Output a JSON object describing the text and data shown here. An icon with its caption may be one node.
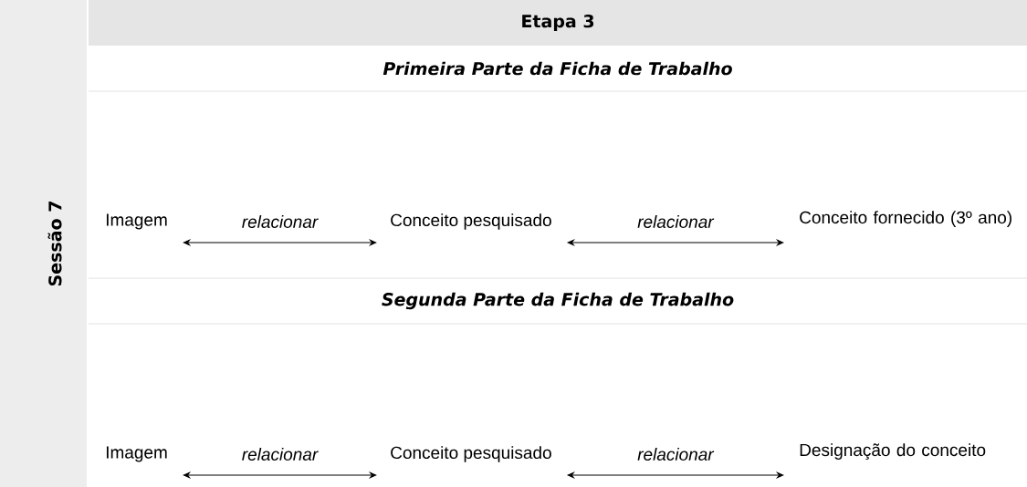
{
  "diagram": {
    "nodes": [
      {
        "text": [
          "Imagem"
        ]
      },
      {
        "text": [
          "Conceito pesquisado"
        ]
      },
      {
        "text": [
          "Conceito fornecido (3º ano)"
        ]
      },
      {
        "text": [
          "Imagem"
        ]
      },
      {
        "text": [
          "Conceito pesquisado"
        ]
      },
      {
        "text": [
          "Designação do conceito"
        ]
      }
    ],
    "edges": [
      {
        "from": 0,
        "to": 1,
        "arrow": "both",
        "label": "relacionar"
      },
      {
        "from": 1,
        "to": 2,
        "arrow": "both",
        "label": "relacionar"
      },
      {
        "from": 3,
        "to": 4,
        "arrow": "both",
        "label": "relacionar"
      },
      {
        "from": 4,
        "to": 5,
        "arrow": "both",
        "label": "relacionar"
      }
    ],
    "labels": [
      "Sessão 7",
      "Etapa 3",
      "Primeira Parte da Ficha de Trabalho",
      "Segunda Parte da Ficha de Trabalho"
    ]
  }
}
